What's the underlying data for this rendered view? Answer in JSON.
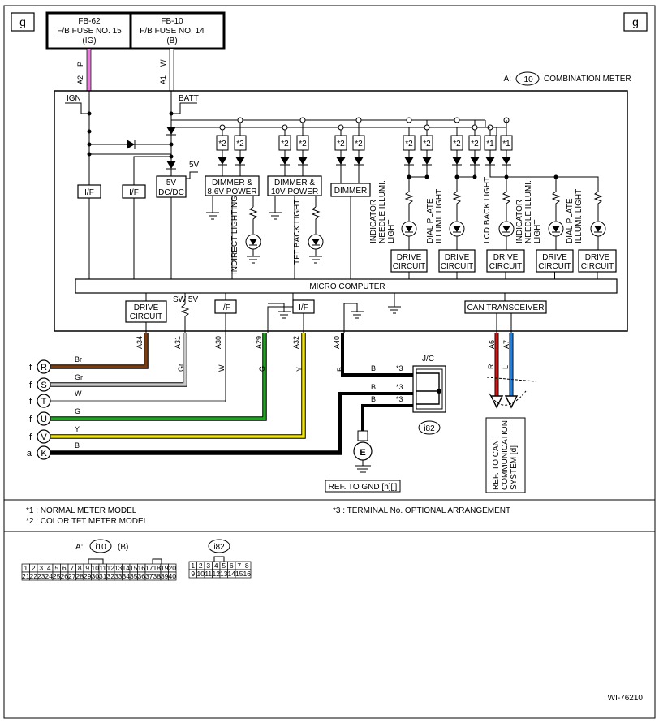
{
  "page_tag": "g",
  "fuses": [
    {
      "l1": "FB-62",
      "l2": "F/B FUSE NO. 15",
      "l3": "(IG)"
    },
    {
      "l1": "FB-10",
      "l2": "F/B FUSE NO. 14",
      "l3": "(B)"
    }
  ],
  "fuse_wires": [
    {
      "pin": "A2",
      "color_code": "P",
      "color": "#e57fd9"
    },
    {
      "pin": "A1",
      "color_code": "W",
      "color": "#ffffff"
    }
  ],
  "meter": {
    "ref": "A:",
    "connector": "i10",
    "name": "COMBINATION METER"
  },
  "labels": {
    "ign": "IGN",
    "batt": "BATT",
    "v5": "5V",
    "dcdc1": "5V",
    "dcdc2": "DC/DC",
    "if": "I/F",
    "dim86_1": "DIMMER &",
    "dim86_2": "8.6V POWER",
    "dim10_1": "DIMMER &",
    "dim10_2": "10V POWER",
    "dimmer": "DIMMER",
    "indirect": "INDIRECT LIGHTING",
    "tft": "TFT BACK LIGHT",
    "needle1": "INDICATOR",
    "needle2": "NEEDLE ILLUMI.",
    "needle3": "LIGHT",
    "dial1": "DIAL PLATE",
    "dial2": "ILLUMI. LIGHT",
    "lcd": "LCD BACK LIGHT",
    "drive1": "DRIVE",
    "drive2": "CIRCUIT",
    "micro": "MICRO COMPUTER",
    "sw5v": "SW 5V",
    "can": "CAN TRANSCEIVER",
    "jc": "J/C",
    "jc_conn": "i82",
    "gnd": "E",
    "gnd_ref": "REF. TO GND [h][j]",
    "can_ref1": "REF. TO CAN",
    "can_ref2": "COMMUNICATION",
    "can_ref3": "SYSTEM [d]",
    "star1": "*1",
    "star2": "*2",
    "star3": "*3"
  },
  "pins": [
    "A34",
    "A31",
    "A30",
    "A29",
    "A32",
    "A40",
    "A6",
    "A7"
  ],
  "wires": [
    {
      "letter": "R",
      "prefix": "f",
      "code": "Br",
      "pin_code": "",
      "color": "#7a3d12"
    },
    {
      "letter": "S",
      "prefix": "f",
      "code": "Gr",
      "pin_code": "Gr",
      "color": "#c8c8c8"
    },
    {
      "letter": "T",
      "prefix": "f",
      "code": "W",
      "pin_code": "W",
      "color": "#ffffff"
    },
    {
      "letter": "U",
      "prefix": "f",
      "code": "G",
      "pin_code": "G",
      "color": "#1ea51e"
    },
    {
      "letter": "V",
      "prefix": "f",
      "code": "Y",
      "pin_code": "Y",
      "color": "#f2e600"
    },
    {
      "letter": "K",
      "prefix": "a",
      "code": "B",
      "pin_code": "B",
      "color": "#000000"
    }
  ],
  "jc_wires": [
    {
      "code": "B",
      "star": "*3"
    },
    {
      "code": "B",
      "star": "*3"
    },
    {
      "code": "B",
      "star": "*3"
    }
  ],
  "can_wires": [
    {
      "code": "R",
      "color": "#e01010"
    },
    {
      "code": "L",
      "color": "#1e7fe0"
    }
  ],
  "notes": [
    "*1 : NORMAL METER MODEL",
    "*2 : COLOR TFT METER MODEL",
    "*3 : TERMINAL No. OPTIONAL ARRANGEMENT"
  ],
  "connector_views": {
    "i10": {
      "prefix": "A:",
      "name": "i10",
      "suffix": "(B)",
      "row1": [
        "1",
        "2",
        "3",
        "4",
        "5",
        "6",
        "7",
        "8",
        "9",
        "10",
        "11",
        "12",
        "13",
        "14",
        "15",
        "16",
        "17",
        "18",
        "19",
        "20"
      ],
      "row2": [
        "21",
        "22",
        "23",
        "24",
        "25",
        "26",
        "27",
        "28",
        "29",
        "30",
        "31",
        "32",
        "33",
        "34",
        "35",
        "36",
        "37",
        "38",
        "39",
        "40"
      ]
    },
    "i82": {
      "name": "i82",
      "row1": [
        "1",
        "2",
        "3",
        "4",
        "5",
        "6",
        "7",
        "8"
      ],
      "row2": [
        "9",
        "10",
        "11",
        "12",
        "13",
        "14",
        "15",
        "16"
      ]
    }
  },
  "figure_id": "WI-76210"
}
